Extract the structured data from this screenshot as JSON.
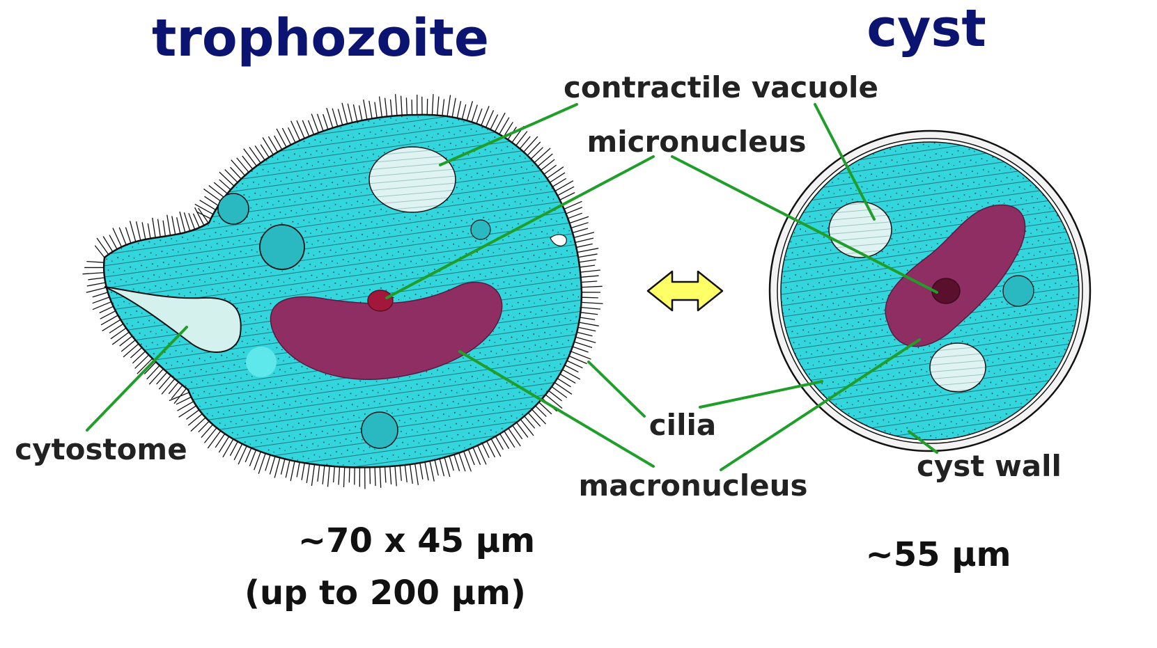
{
  "titles": {
    "trophozoite": "trophozoite",
    "cyst": "cyst"
  },
  "labels": {
    "contractile_vacuole": "contractile vacuole",
    "micronucleus": "micronucleus",
    "cilia": "cilia",
    "cytostome": "cytostome",
    "macronucleus": "macronucleus",
    "cyst_wall": "cyst wall"
  },
  "sizes": {
    "trophozoite": "~70 x 45 µm",
    "trophozoite_max": "(up to 200 µm)",
    "cyst": "~55 µm"
  },
  "colors": {
    "title": "#0b1470",
    "cytoplasm": "#33d6dc",
    "nucleus": "#8e2e63",
    "micronucleus": "#a3173a",
    "vacuole": "#dff4f2",
    "leader_line": "#1f9e2a",
    "arrow_fill": "#ffff66"
  },
  "icons": {
    "transition_arrow": "double-headed-arrow-icon"
  }
}
